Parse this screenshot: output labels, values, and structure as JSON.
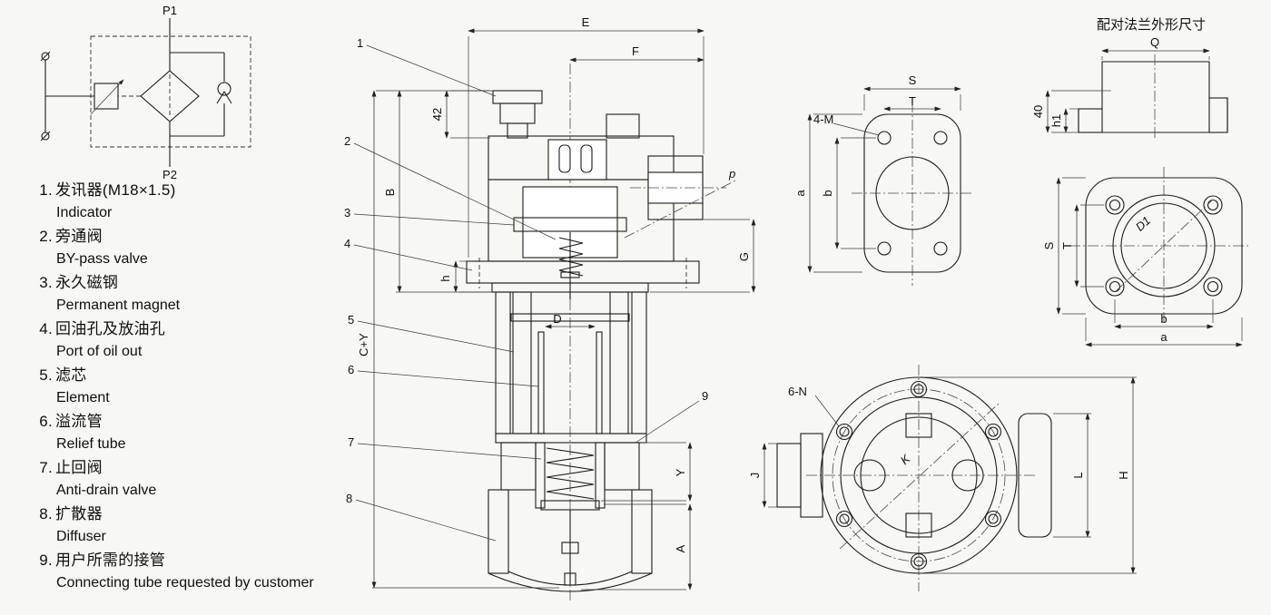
{
  "schematic": {
    "p1": "P1",
    "p2": "P2"
  },
  "legend": {
    "items": [
      {
        "num": "1.",
        "zh": "发讯器(M18×1.5)",
        "en": "Indicator"
      },
      {
        "num": "2.",
        "zh": "旁通阀",
        "en": "BY-pass valve"
      },
      {
        "num": "3.",
        "zh": "永久磁钢",
        "en": "Permanent magnet"
      },
      {
        "num": "4.",
        "zh": "回油孔及放油孔",
        "en": "Port of oil out"
      },
      {
        "num": "5.",
        "zh": "滤芯",
        "en": "Element"
      },
      {
        "num": "6.",
        "zh": "溢流管",
        "en": "Relief tube"
      },
      {
        "num": "7.",
        "zh": "止回阀",
        "en": "Anti-drain valve"
      },
      {
        "num": "8.",
        "zh": "扩散器",
        "en": "Diffuser"
      },
      {
        "num": "9.",
        "zh": "用户所需的接管",
        "en": "Connecting tube requested by customer"
      }
    ]
  },
  "main": {
    "callouts": {
      "c1": "1",
      "c2": "2",
      "c3": "3",
      "c4": "4",
      "c5": "5",
      "c6": "6",
      "c7": "7",
      "c8": "8",
      "c9": "9"
    },
    "dims": {
      "e": "E",
      "f": "F",
      "n42": "42",
      "b": "B",
      "cy": "C+Y",
      "h": "h",
      "d": "D",
      "g": "G",
      "p": "p",
      "y": "Y",
      "a": "A"
    }
  },
  "flange": {
    "dims": {
      "s": "S",
      "t": "T",
      "a": "a",
      "b": "b",
      "holes": "4-M"
    }
  },
  "mating": {
    "title": "配对法兰外形尺寸",
    "dims": {
      "q": "Q",
      "n40": "40",
      "h1": "h1",
      "s": "S",
      "t": "T",
      "d1": "D1",
      "b": "b",
      "a": "a"
    }
  },
  "bottom": {
    "dims": {
      "holes": "6-N",
      "j": "J",
      "k": "K",
      "l": "L",
      "h": "H"
    }
  }
}
